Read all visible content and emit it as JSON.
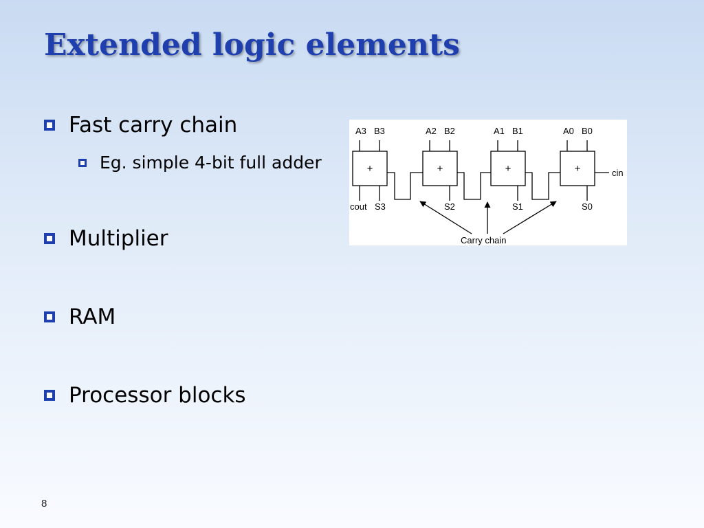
{
  "slide": {
    "title": "Extended logic elements",
    "page_number": "8"
  },
  "bullets": [
    {
      "text": "Fast carry chain",
      "level": 1
    },
    {
      "text": "Eg. simple 4-bit full adder",
      "level": 2
    },
    {
      "text": "Multiplier",
      "level": 1
    },
    {
      "text": "RAM",
      "level": 1
    },
    {
      "text": "Processor blocks",
      "level": 1
    }
  ],
  "diagram": {
    "adders": [
      {
        "a": "A3",
        "b": "B3",
        "s": "S3",
        "symbol": "+"
      },
      {
        "a": "A2",
        "b": "B2",
        "s": "S2",
        "symbol": "+"
      },
      {
        "a": "A1",
        "b": "B1",
        "s": "S1",
        "symbol": "+"
      },
      {
        "a": "A0",
        "b": "B0",
        "s": "S0",
        "symbol": "+"
      }
    ],
    "cout_label": "cout",
    "cin_label": "cin",
    "caption": "Carry chain"
  },
  "colors": {
    "title": "#1f3fae",
    "bullet_marker": "#1f3fae",
    "background_top": "#c9dbf2",
    "background_bottom": "#f9fbff"
  }
}
